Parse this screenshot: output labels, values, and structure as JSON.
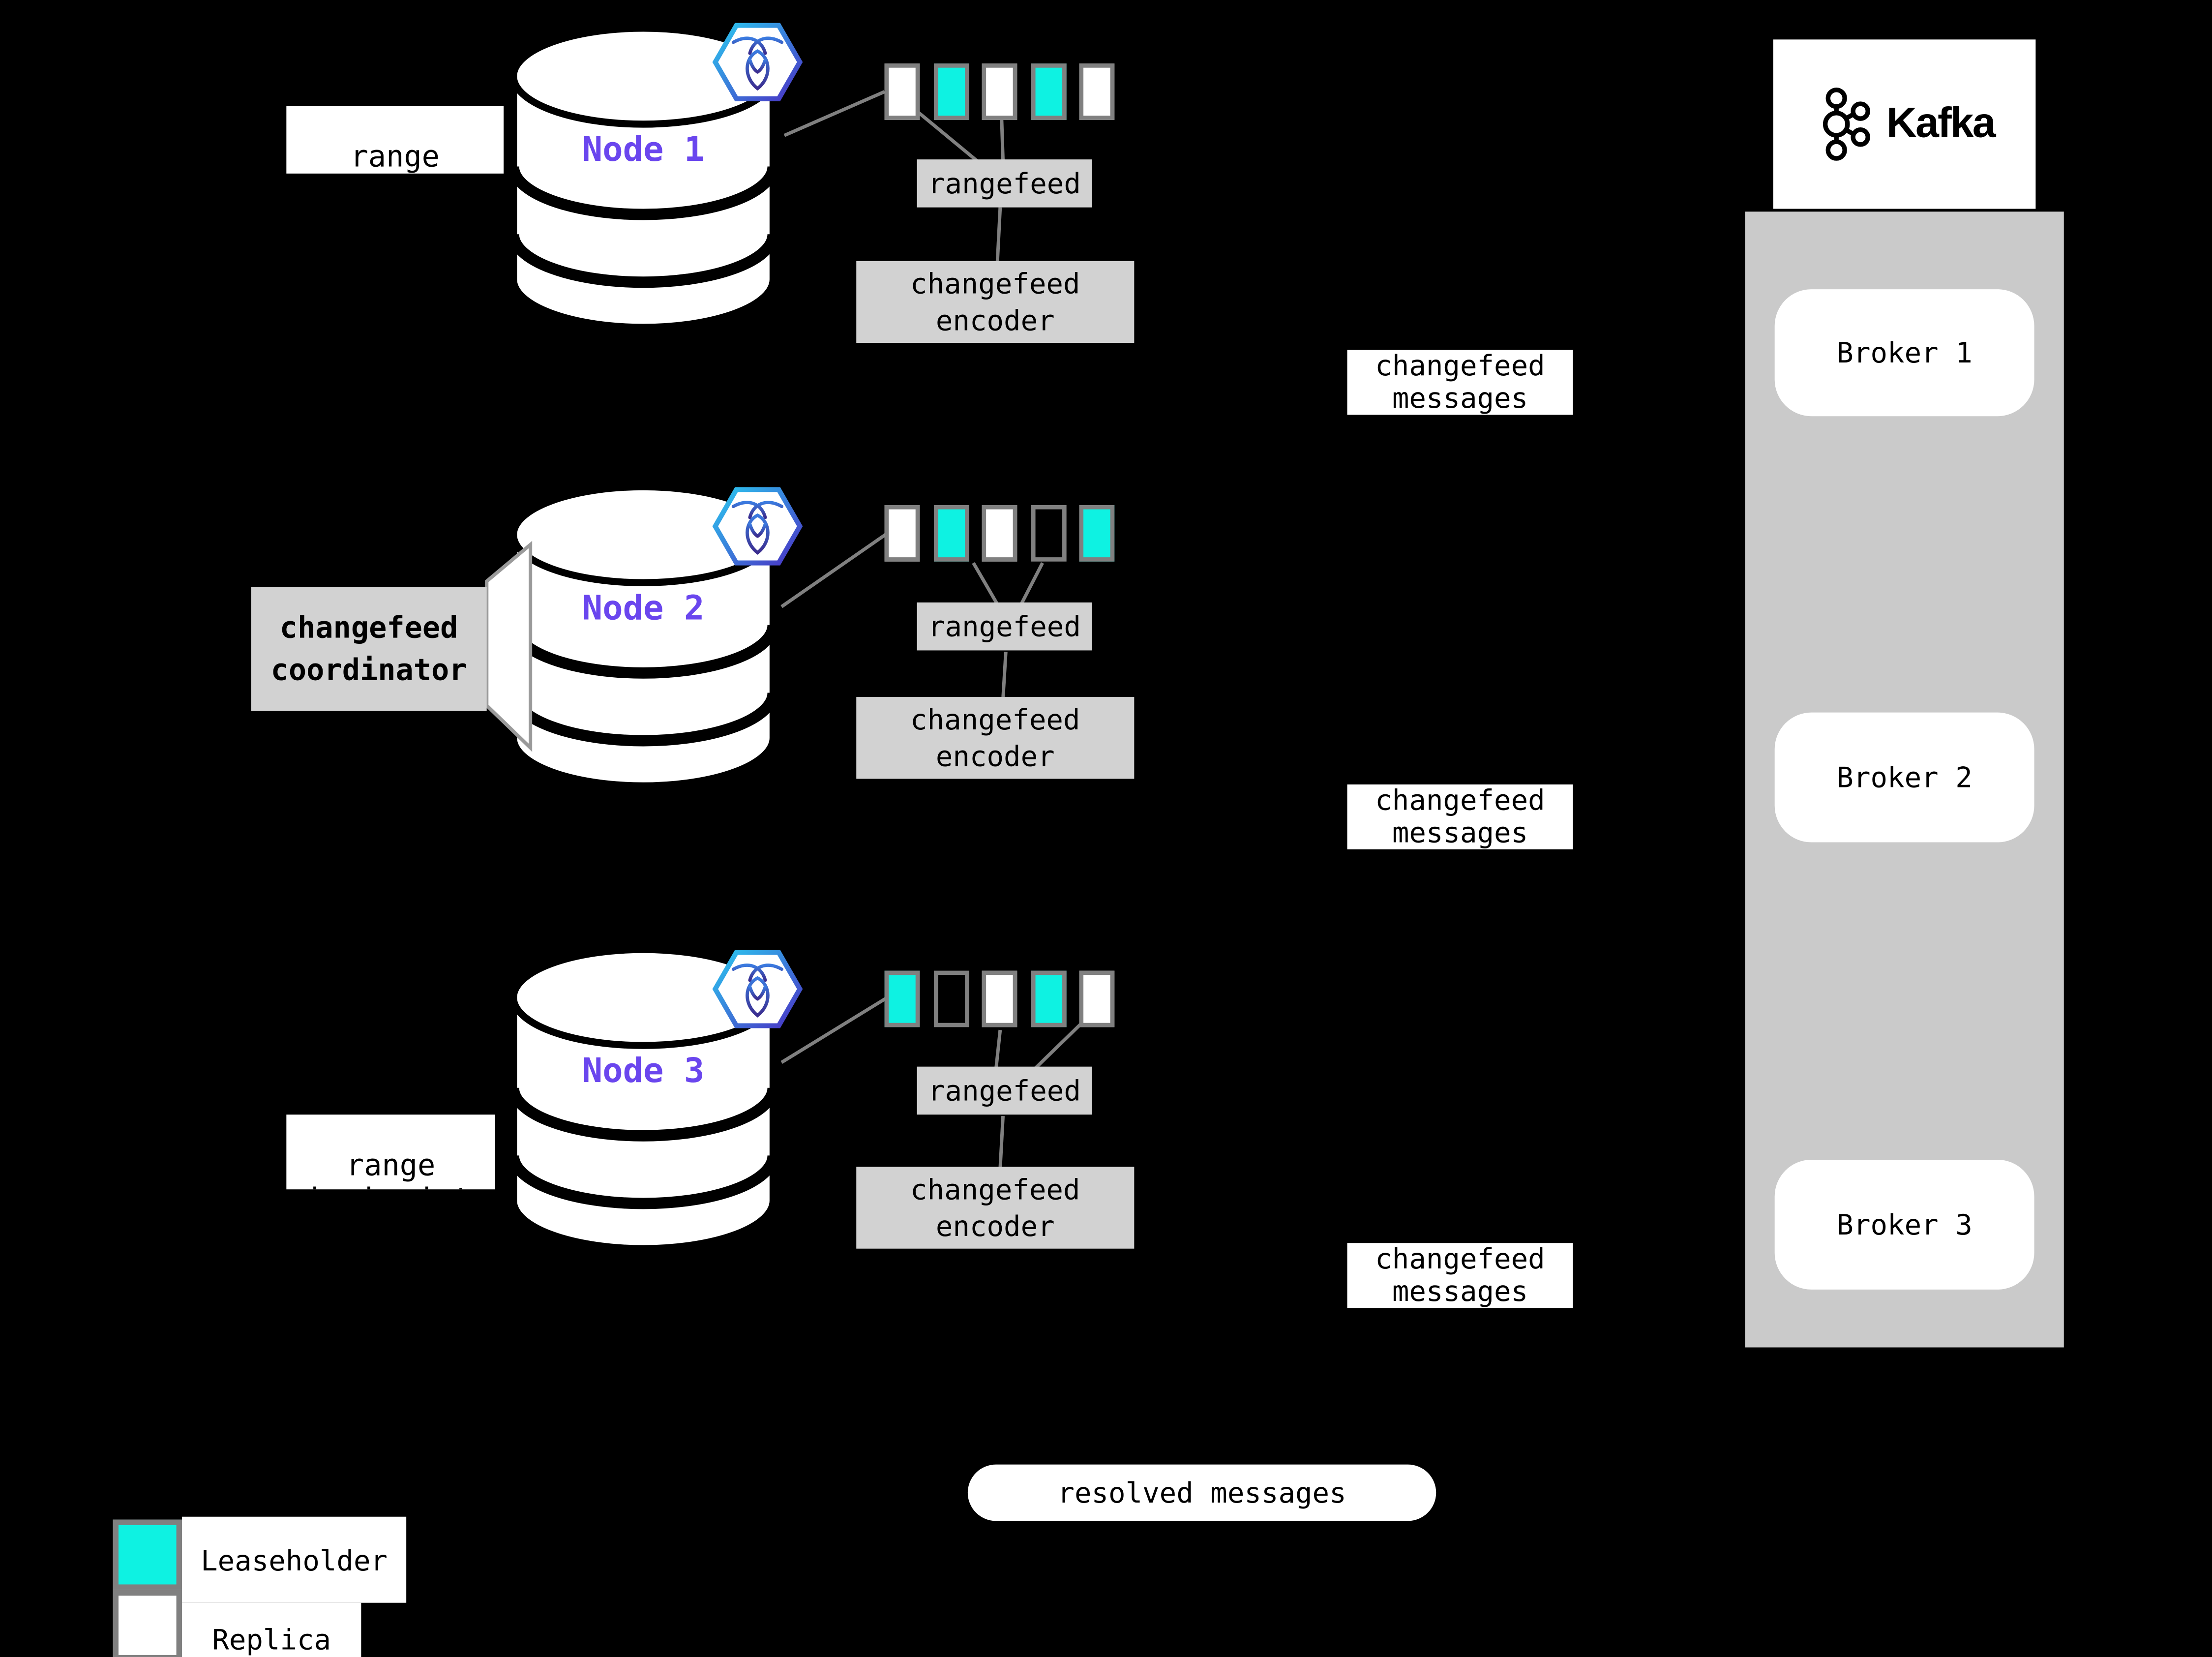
{
  "colors": {
    "teal": "#0EF2E2",
    "node_purple": "#6A46EE",
    "box_gray": "#D2D2D2",
    "panel_gray": "#CACACA",
    "border_gray": "#808080",
    "background": "#000000",
    "icon_grad_start": "#2BC9F0",
    "icon_grad_end": "#4A30C4",
    "glyph_grad_start": "#3B7BE0",
    "glyph_grad_end": "#3B2D8F"
  },
  "labels": {
    "rangefeed": "rangefeed",
    "changefeed_encoder": "changefeed\nencoder",
    "changefeed_messages": "changefeed\nmessages",
    "range_checkpoints": "range\ncheckpoints",
    "changefeed_coordinator": "changefeed\ncoordinator",
    "resolved_messages": "resolved messages"
  },
  "nodes": [
    {
      "name": "Node 1",
      "ranges": [
        "replica",
        "leaseholder",
        "replica",
        "leaseholder",
        "replica"
      ]
    },
    {
      "name": "Node 2",
      "ranges": [
        "replica",
        "leaseholder",
        "replica",
        "empty",
        "leaseholder"
      ]
    },
    {
      "name": "Node 3",
      "ranges": [
        "leaseholder",
        "empty",
        "replica",
        "leaseholder",
        "replica"
      ]
    }
  ],
  "kafka": {
    "title": "Kafka",
    "brokers": [
      {
        "label": "Broker 1"
      },
      {
        "label": "Broker 2"
      },
      {
        "label": "Broker 3"
      }
    ]
  },
  "legend": {
    "items": [
      {
        "role": "leaseholder",
        "label": "Leaseholder"
      },
      {
        "role": "replica",
        "label": "Replica"
      }
    ]
  }
}
